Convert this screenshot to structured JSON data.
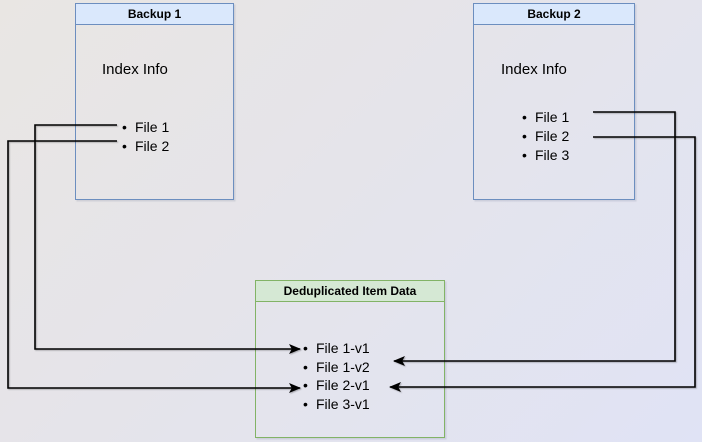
{
  "canvas": {
    "background_start": "#e9e6e3",
    "background_end": "#e0e3f5"
  },
  "boxes": {
    "backup1": {
      "title": "Backup 1",
      "section_label": "Index Info",
      "files": [
        "File 1",
        "File 2"
      ],
      "header_fill": "#dae8fc",
      "border_color": "#6c8ebf"
    },
    "backup2": {
      "title": "Backup 2",
      "section_label": "Index Info",
      "files": [
        "File 1",
        "File 2",
        "File 3"
      ],
      "header_fill": "#dae8fc",
      "border_color": "#6c8ebf"
    },
    "dedup": {
      "title": "Deduplicated Item Data",
      "items": [
        "File 1-v1",
        "File 1-v2",
        "File 2-v1",
        "File 3-v1"
      ],
      "header_fill": "#d5e8d4",
      "border_color": "#82b366"
    }
  },
  "bullet_glyph": "•",
  "connections": [
    {
      "from": "Backup 1 / File 1",
      "to": "Deduplicated Item Data / File 1-v1",
      "side": "left"
    },
    {
      "from": "Backup 1 / File 2",
      "to": "Deduplicated Item Data / File 2-v1",
      "side": "left"
    },
    {
      "from": "Backup 2 / File 1",
      "to": "Deduplicated Item Data / File 1-v2",
      "side": "right"
    },
    {
      "from": "Backup 2 / File 2",
      "to": "Deduplicated Item Data / File 2-v1",
      "side": "right"
    }
  ],
  "connector_color": "#000000"
}
